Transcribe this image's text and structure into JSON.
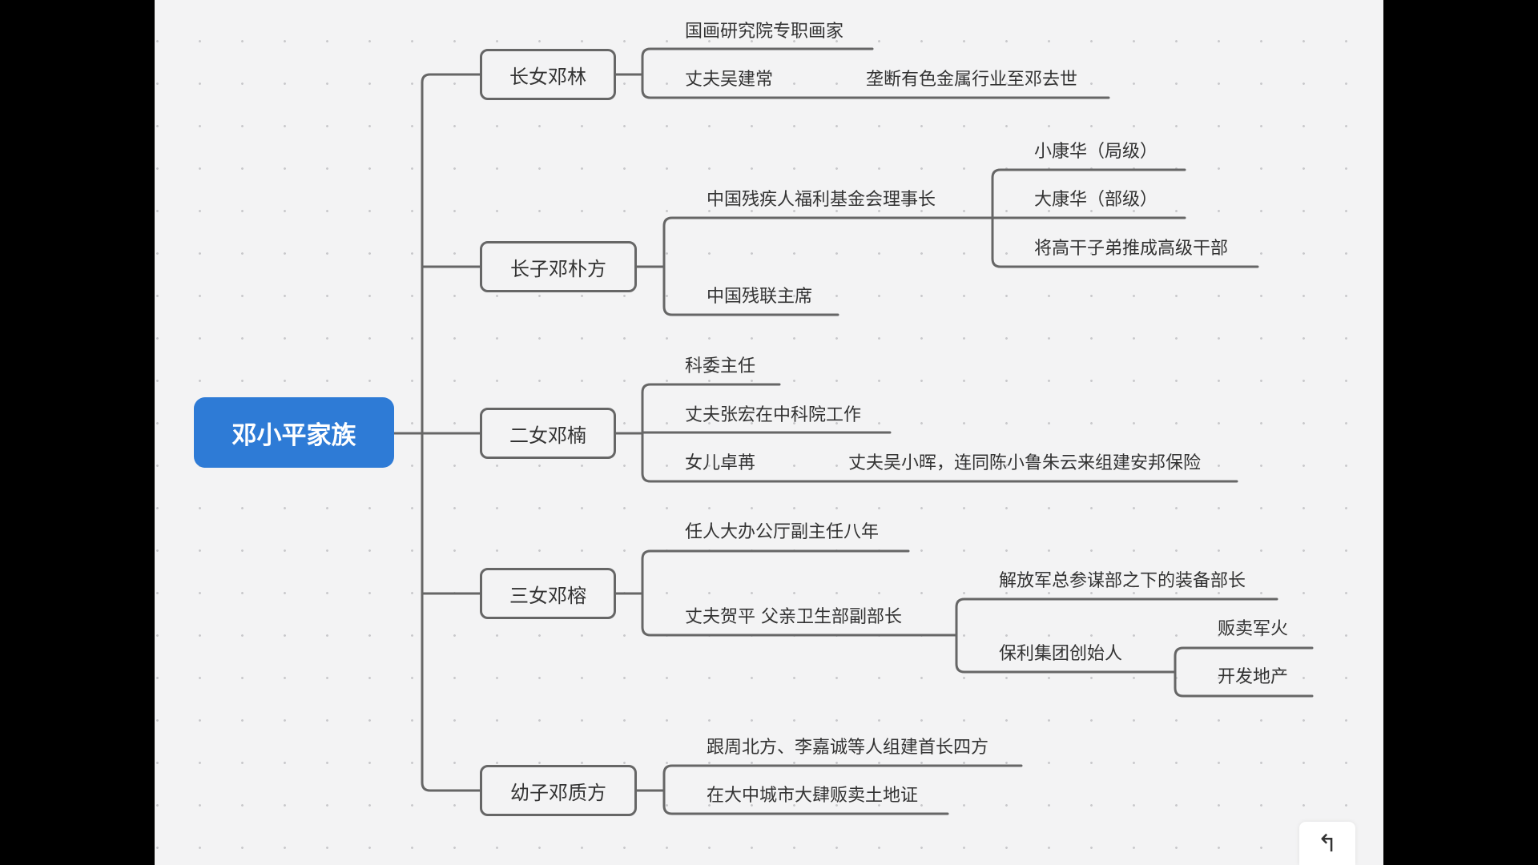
{
  "root": {
    "label": "邓小平家族"
  },
  "children": [
    {
      "label": "长女邓林",
      "items": [
        "国画研究院专职画家",
        "丈夫吴建常"
      ],
      "sub": {
        "丈夫吴建常": [
          "垄断有色金属行业至邓去世"
        ]
      }
    },
    {
      "label": "长子邓朴方",
      "items": [
        "中国残疾人福利基金会理事长",
        "中国残联主席"
      ],
      "sub": {
        "中国残疾人福利基金会理事长": [
          "小康华（局级）",
          "大康华（部级）",
          "将高干子弟推成高级干部"
        ]
      }
    },
    {
      "label": "二女邓楠",
      "items": [
        "科委主任",
        "丈夫张宏在中科院工作",
        "女儿卓苒"
      ],
      "sub": {
        "女儿卓苒": [
          "丈夫吴小晖，连同陈小鲁朱云来组建安邦保险"
        ]
      }
    },
    {
      "label": "三女邓榕",
      "items": [
        "任人大办公厅副主任八年",
        "丈夫贺平 父亲卫生部副部长"
      ],
      "sub": {
        "丈夫贺平 父亲卫生部副部长": [
          "解放军总参谋部之下的装备部长",
          "保利集团创始人"
        ],
        "保利集团创始人": [
          "贩卖军火",
          "开发地产"
        ]
      }
    },
    {
      "label": "幼子邓质方",
      "items": [
        "跟周北方、李嘉诚等人组建首长四方",
        "在大中城市大肆贩卖土地证"
      ]
    }
  ],
  "toolbar": {
    "undo_icon": "undo-icon",
    "undo_symbol": "↰"
  },
  "colors": {
    "root": "#2e7bd6",
    "line": "#666666",
    "background": "#f3f3f4"
  }
}
